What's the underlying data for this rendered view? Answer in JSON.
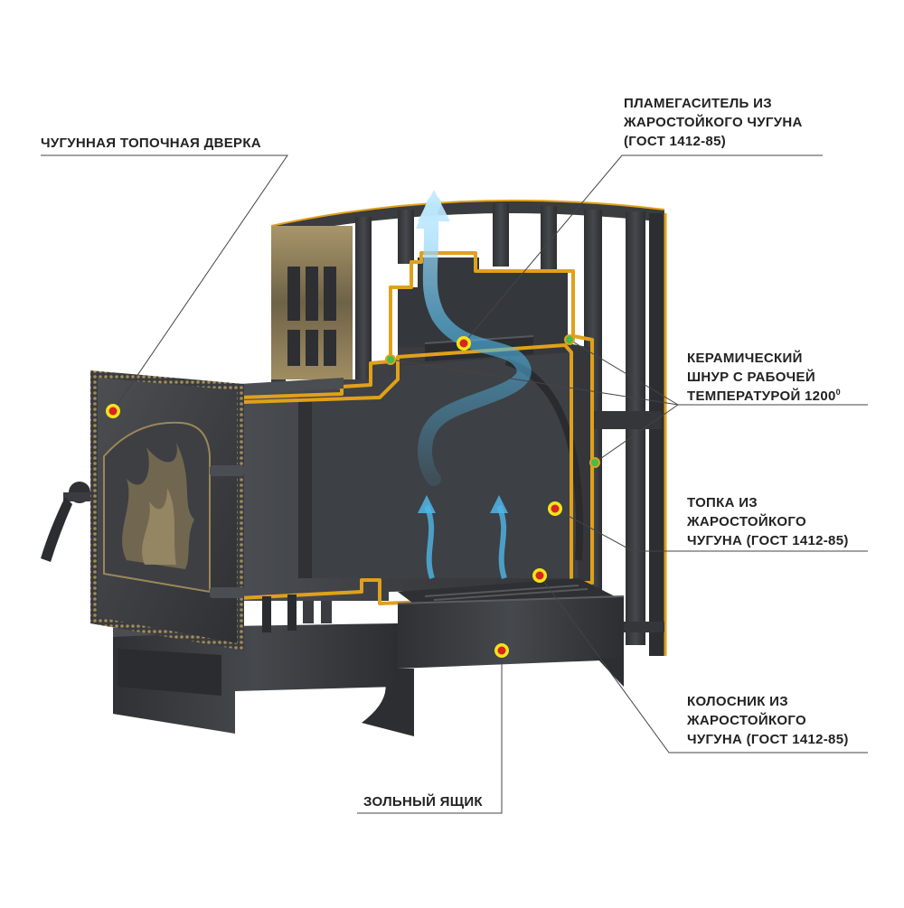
{
  "labels": {
    "door": [
      "ЧУГУННАЯ ТОПОЧНАЯ ДВЕРКА"
    ],
    "flame_damper": [
      "ПЛАМЕГАСИТЕЛЬ ИЗ",
      "ЖАРОСТОЙКОГО ЧУГУНА",
      "(ГОСТ 1412-85)"
    ],
    "ceramic_cord": [
      "КЕРАМИЧЕСКИЙ",
      "ШНУР С РАБОЧЕЙ",
      "ТЕМПЕРАТУРОЙ 1200",
      "0"
    ],
    "firebox": [
      "ТОПКА ИЗ",
      "ЖАРОСТОЙКОГО",
      "ЧУГУНА (ГОСТ 1412-85)"
    ],
    "grate": [
      "КОЛОСНИК ИЗ",
      "ЖАРОСТОЙКОГО",
      "ЧУГУНА (ГОСТ 1412-85)"
    ],
    "ash_box": [
      "ЗОЛЬНЫЙ ЯЩИК"
    ]
  },
  "colors": {
    "cast_iron": "#3b3d40",
    "cast_iron_dark": "#2a2b2e",
    "cast_iron_light": "#55585c",
    "gold_edge": "#e0a11a",
    "bronze": "#8a7a55",
    "marker_outer": "#f2e41a",
    "marker_inner": "#d8251d",
    "cord_marker": "#3fbf4f",
    "airflow": "#4fb6e8",
    "leader_line": "#444444"
  }
}
